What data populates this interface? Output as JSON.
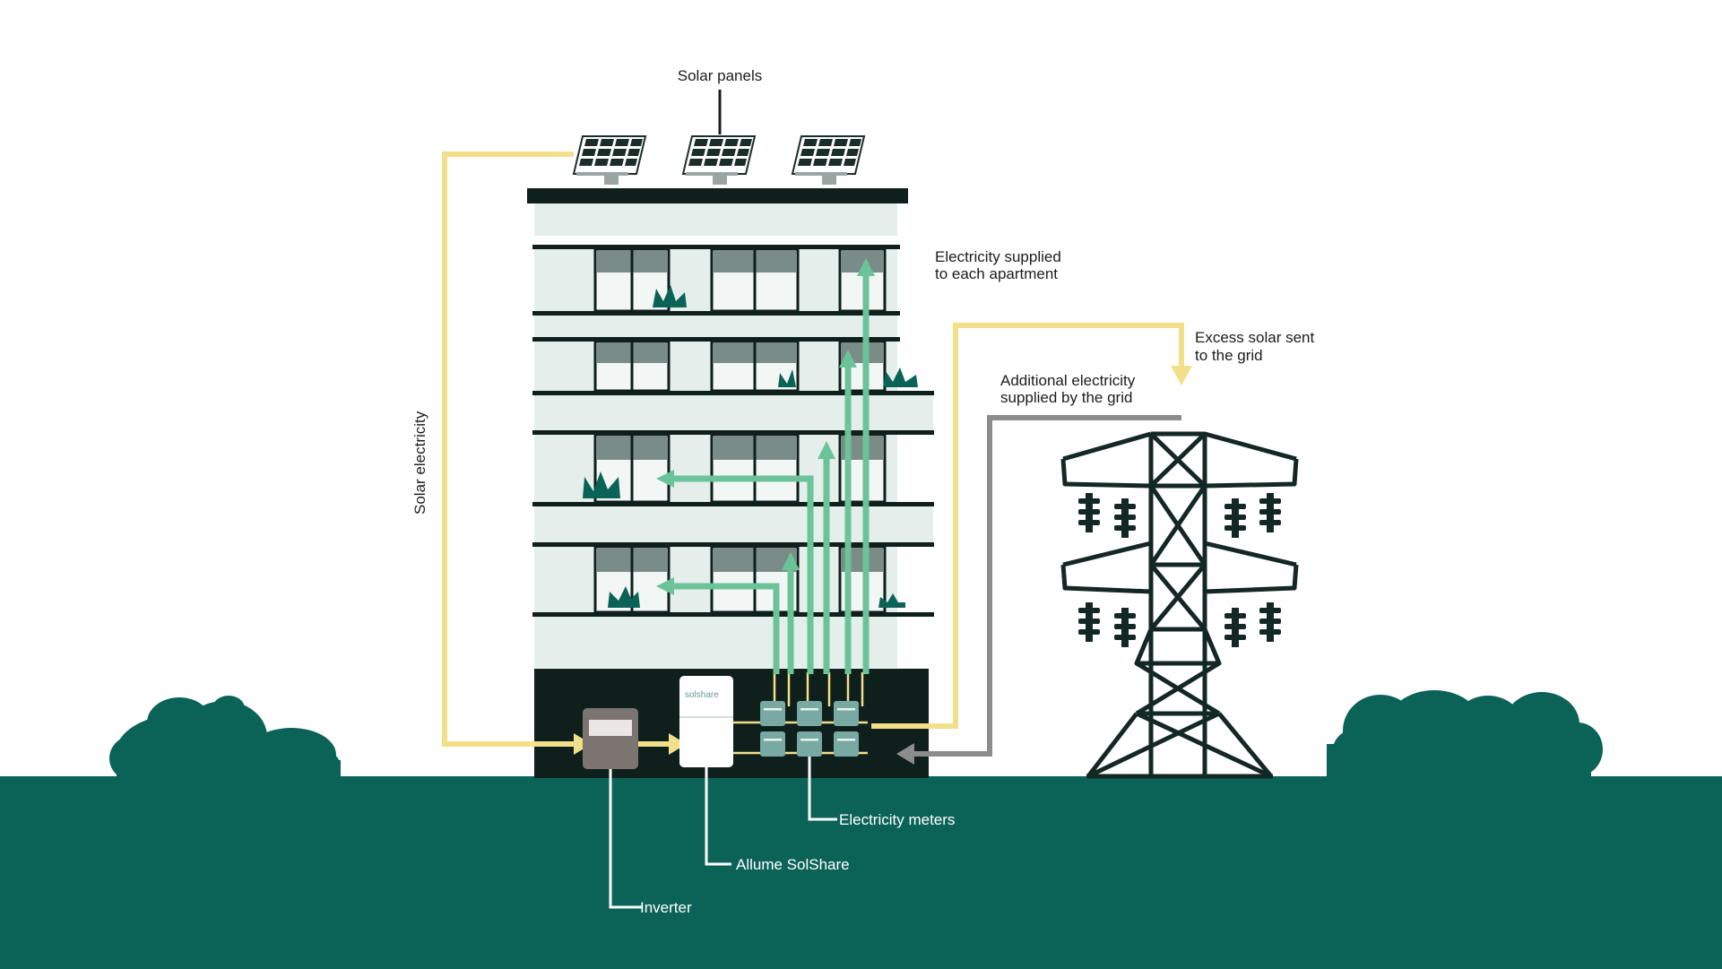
{
  "labels": {
    "solar_panels": "Solar panels",
    "supplied_line1": "Electricity supplied",
    "supplied_line2": "to each apartment",
    "excess_line1": "Excess solar sent",
    "excess_line2": "to the grid",
    "additional_line1": "Additional electricity",
    "additional_line2": "supplied by the grid",
    "solar_electricity": "Solar electricity",
    "electricity_meters": "Electricity meters",
    "allume_solshare": "Allume SolShare",
    "inverter": "Inverter",
    "solshare_logo": "solshare"
  },
  "colors": {
    "ground": "#0b6358",
    "building_dark": "#0e1f1c",
    "building_light": "#e4eeeb",
    "window_dark": "#7a8c88",
    "window_light": "#f2f7f5",
    "solar_line": "#f2df8a",
    "supply_arrow": "#6cc39a",
    "grid_line": "#8c8c8c",
    "meter": "#78a9a2",
    "inverter": "#7c7471",
    "tower": "#132824",
    "shrub": "#0b6358"
  }
}
